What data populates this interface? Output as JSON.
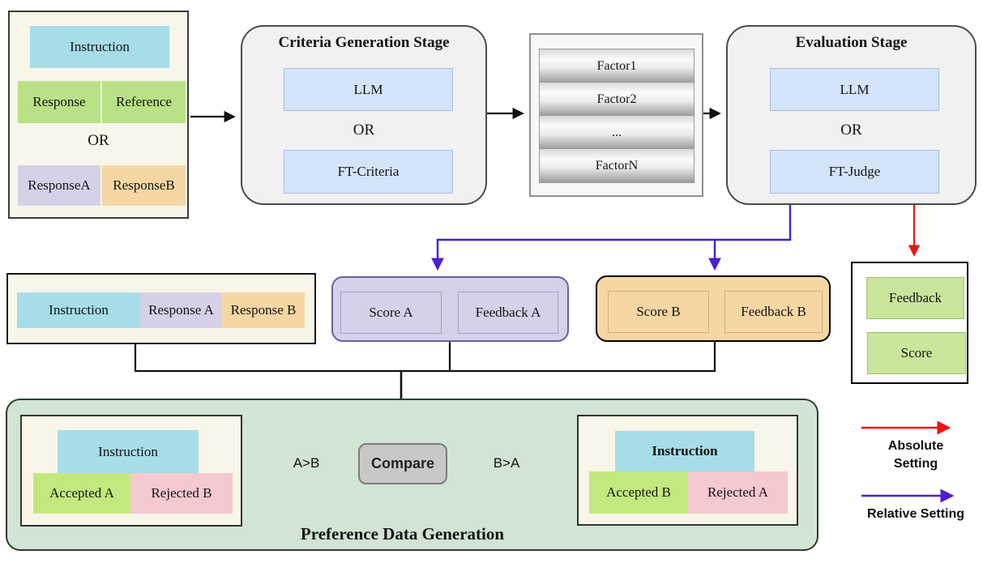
{
  "colors": {
    "cyan": "#a6dde9",
    "green": "#b9e286",
    "accept_green": "#c3e87e",
    "output_green": "#c9e69c",
    "purple": "#d5d1e8",
    "orange": "#f6d7a4",
    "blue_fill": "#d3e4fb",
    "pink": "#f5c9d0",
    "cream": "#f8f6e8",
    "stage_gray": "#f1f1f2",
    "sage_green": "#d2e4d3",
    "compare_gray": "#c8c8c8",
    "arrow_red": "#ee1414",
    "arrow_blue": "#4a1fd0",
    "arrow_black": "#111111"
  },
  "input_box": {
    "instruction": "Instruction",
    "response": "Response",
    "reference": "Reference",
    "or": "OR",
    "response_a": "ResponseA",
    "response_b": "ResponseB"
  },
  "criteria_stage": {
    "title": "Criteria Generation Stage",
    "llm": "LLM",
    "or": "OR",
    "ft_model": "FT-Criteria"
  },
  "factors": {
    "items": [
      "Factor1",
      "Factor2",
      "...",
      "FactorN"
    ]
  },
  "evaluation_stage": {
    "title": "Evaluation Stage",
    "llm": "LLM",
    "or": "OR",
    "ft_model": "FT-Judge"
  },
  "pair_input_box": {
    "instruction": "Instruction",
    "response_a": "Response A",
    "response_b": "Response B"
  },
  "score_a_box": {
    "score": "Score A",
    "feedback": "Feedback A"
  },
  "score_b_box": {
    "score": "Score B",
    "feedback": "Feedback B"
  },
  "absolute_output_box": {
    "feedback": "Feedback",
    "score": "Score"
  },
  "preference": {
    "title": "Preference Data Generation",
    "compare": "Compare",
    "left_label": "A>B",
    "right_label": "B>A",
    "left_box": {
      "instruction": "Instruction",
      "accepted": "Accepted A",
      "rejected": "Rejected B"
    },
    "right_box": {
      "instruction": "Instruction",
      "accepted": "Accepted B",
      "rejected": "Rejected A"
    }
  },
  "legend": {
    "absolute": "Absolute Setting",
    "relative": "Relative Setting"
  }
}
